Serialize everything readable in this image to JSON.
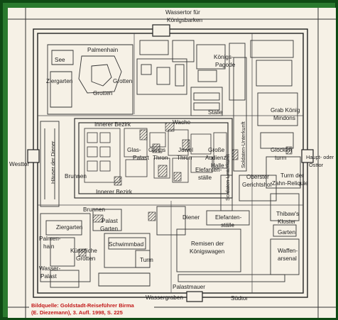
{
  "colors": {
    "frame_outer": "#0f4a14",
    "frame_inner": "#2a7a2e",
    "paper": "#f6f1e6",
    "ink": "#222222",
    "caption": "#c21818"
  },
  "labels": {
    "wassertor_1": "Wassertor für",
    "wassertor_2": "Königsbarken",
    "palmenhain_top": "Palmenhain",
    "see": "See",
    "ziergarten_top": "Ziergarten",
    "grotten_1": "Grotten",
    "grotten_2": "Grotten",
    "koenigs_1": "Königs-",
    "koenigs_2": "Pagode",
    "wache": "Wache",
    "staelle_top": "Ställe",
    "innerer_bezirk_top": "Innerer Bezirk",
    "grab_1": "Grab König",
    "grab_2": "Mindons",
    "soldaten_unterkunft_right": "Soldaten-Unterkunft",
    "glocken_1": "Glocken",
    "glocken_2": "turm",
    "hauptor_1": "Haupt- oder",
    "hauptor_2": "Osttor",
    "westtor": "Westtor",
    "haeuser_diener": "Häuser der Diener",
    "brunnen_mid": "Brunnen",
    "glas_1": "Glas-",
    "glas_2": "Palast",
    "gangs": "Gangs",
    "thron_1": "Thron",
    "thron_2": "Thron",
    "juwel": "Juwel",
    "grosse_1": "Große",
    "grosse_2": "Audienz-",
    "grosse_3": "Halle",
    "elefanten_1": "Elefanten-",
    "elefanten_2": "ställe",
    "soldaten_unterkunft_mid": "Soldaten-Unterkunft",
    "oberster_1": "Oberster",
    "oberster_2": "Gerichtshof",
    "zahnrel_1": "Turm der",
    "zahnrel_2": "Zahn-Reliquie",
    "innerer_bezirk_bottom": "Innerer Bezirk",
    "brunnen_low": "Brunnen",
    "ziergarten_low": "Ziergarten",
    "palast_1": "Palast",
    "palast_2": "Garten",
    "diener": "Diener",
    "elefantenstaelle_low_1": "Elefanten-",
    "elefantenstaelle_low_2": "ställe",
    "thibaw_1": "Thibaw's",
    "thibaw_2": "Kloster",
    "palmenhain_low_1": "Palmen-",
    "palmenhain_low_2": "hain",
    "kuenstliche_1": "Künstliche",
    "kuenstliche_2": "Grotten",
    "schwimmbad": "Schwimmbad",
    "turm": "Turm",
    "remisen_1": "Remisen der",
    "remisen_2": "Königswagen",
    "garten_right": "Garten",
    "waffen_1": "Waffen-",
    "waffen_2": "arsenal",
    "wasser_1": "Wasser-",
    "wasser_2": "Palast",
    "palastmauer": "Palastmauer",
    "wassergraben": "Wassergraben",
    "suedtor": "Südtor"
  },
  "caption": {
    "line1": "Bildquelle: Goldstadt-Reiseführer Birma",
    "line2": "(E. Diezemann),  3. Aufl. 1998, S. 225"
  }
}
